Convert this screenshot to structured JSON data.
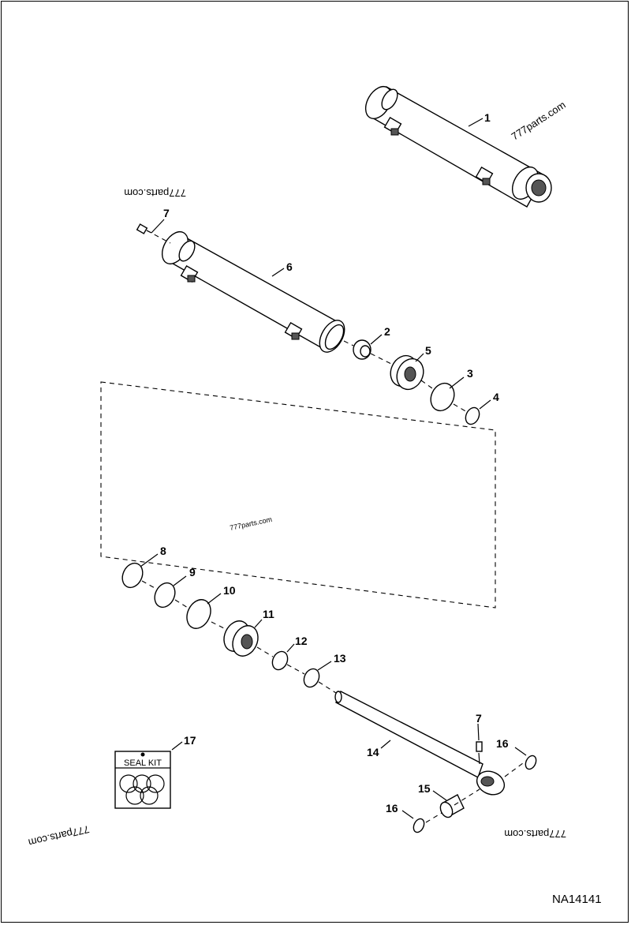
{
  "callouts": {
    "c1": "1",
    "c2": "2",
    "c3": "3",
    "c4": "4",
    "c5": "5",
    "c6": "6",
    "c7a": "7",
    "c7b": "7",
    "c8": "8",
    "c9": "9",
    "c10": "10",
    "c11": "11",
    "c12": "12",
    "c13": "13",
    "c14": "14",
    "c15": "15",
    "c16a": "16",
    "c16b": "16",
    "c17": "17"
  },
  "seal_kit_label": "SEAL KIT",
  "watermarks": {
    "w1": "777parts.com",
    "w2": "777parts.com",
    "w3": "777parts.com",
    "w4": "777parts.com",
    "w5": "777parts.com"
  },
  "drawing_code": "NA14141"
}
